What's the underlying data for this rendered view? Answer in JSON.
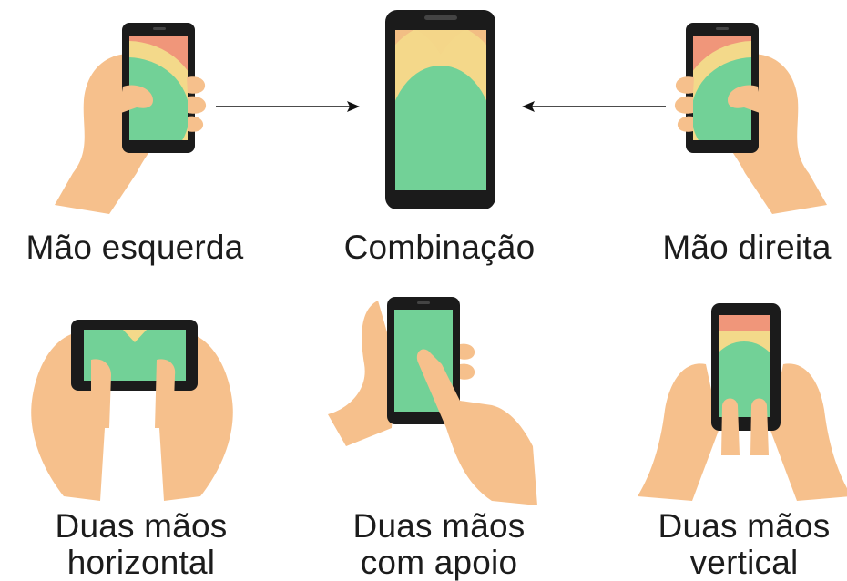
{
  "colors": {
    "skin": "#f6c08c",
    "skin_shadow": "#eaa770",
    "phone_body": "#1b1b1b",
    "zone_green": "#72d197",
    "zone_yellow": "#f3d98a",
    "zone_red": "#f0967a",
    "arrow": "#111111",
    "text": "#1c1c1c"
  },
  "labels": {
    "left_hand": "Mão esquerda",
    "combination": "Combinação",
    "right_hand": "Mão direita",
    "two_hands_horizontal": {
      "line1": "Duas mãos",
      "line2": "horizontal"
    },
    "two_hands_support": {
      "line1": "Duas mãos",
      "line2": "com apoio"
    },
    "two_hands_vertical": {
      "line1": "Duas mãos",
      "line2": "vertical"
    }
  },
  "icons": [
    "left-hand-holding-phone-icon",
    "combined-phone-zones-icon",
    "right-hand-holding-phone-icon",
    "two-hands-horizontal-phone-icon",
    "two-hands-supported-phone-icon",
    "two-hands-vertical-phone-icon",
    "arrow-right-icon",
    "arrow-left-icon"
  ]
}
